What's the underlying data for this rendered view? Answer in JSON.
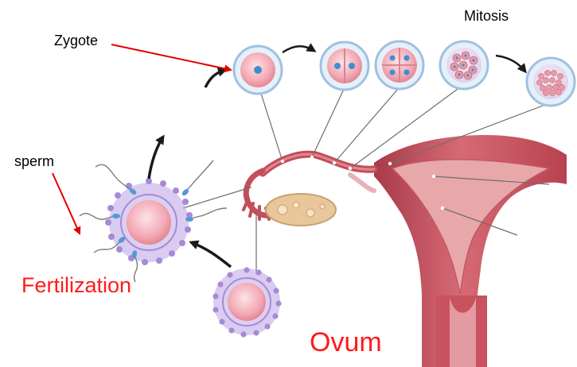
{
  "labels": {
    "zygote": "Zygote",
    "mitosis": "Mitosis",
    "sperm": "sperm",
    "fertilization": "Fertilization",
    "ovum": "Ovum"
  },
  "colors": {
    "label_black": "#000000",
    "label_red": "#ff1a1a",
    "pointer_arrow": "#e00000",
    "flow_arrow": "#1a1a1a",
    "uterus_outer": "#c95561",
    "uterus_inner": "#e8a7a9",
    "cell_membrane": "#9fc1e1",
    "cell_cytoplasm": "#f5b8c0",
    "nucleus": "#3f8fd0",
    "sperm_corona": "#a78ad6",
    "ovary": "#e8c79a"
  }
}
